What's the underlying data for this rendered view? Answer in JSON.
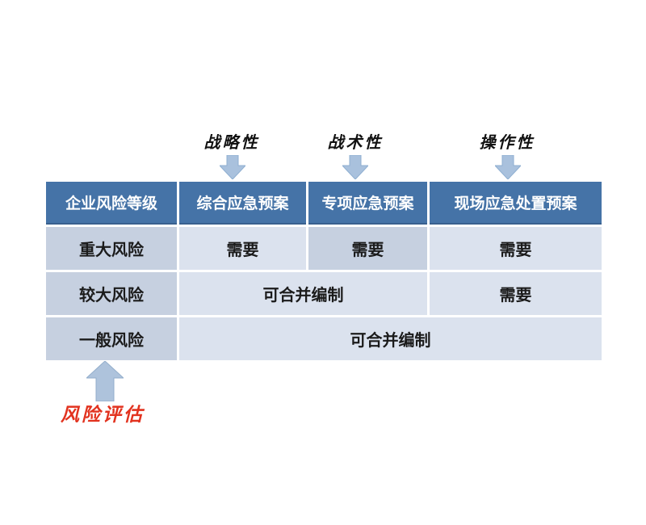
{
  "top_labels": [
    {
      "text": "战略性"
    },
    {
      "text": "战术性"
    },
    {
      "text": "操作性"
    }
  ],
  "table": {
    "headers": [
      "企业风险等级",
      "综合应急预案",
      "专项应急预案",
      "现场应急处置预案"
    ],
    "rows": [
      {
        "level": "重大风险",
        "cells": [
          "需要",
          "需要",
          "需要"
        ]
      },
      {
        "level": "较大风险",
        "cells": [
          "可合并编制",
          "需要"
        ]
      },
      {
        "level": "一般风险",
        "cells": [
          "可合并编制"
        ]
      }
    ]
  },
  "bottom_label": "风险评估",
  "icons": {
    "down_arrow": "block-arrow-down",
    "up_arrow": "block-arrow-up"
  },
  "colors": {
    "header_bg": "#4573A7",
    "header_text": "#FFFFFF",
    "header_border_bottom": "#39608E",
    "cell_dark": "#C6D0E0",
    "cell_light": "#DBE2EE",
    "body_text": "#1B1B1B",
    "arrow_fill": "#A9C1DD",
    "arrow_edge": "#8FAFD1",
    "risk_label_red": "#E2331F"
  }
}
